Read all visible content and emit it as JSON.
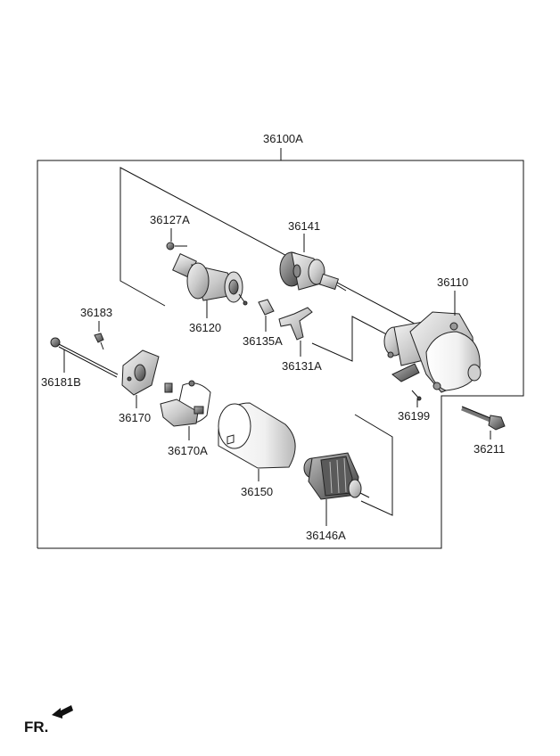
{
  "diagram": {
    "assembly_label": "36100A",
    "parts": {
      "p36127A": "36127A",
      "p36141": "36141",
      "p36110": "36110",
      "p36183": "36183",
      "p36120": "36120",
      "p36135A": "36135A",
      "p36131A": "36131A",
      "p36181B": "36181B",
      "p36170": "36170",
      "p36199": "36199",
      "p36211": "36211",
      "p36170A": "36170A",
      "p36150": "36150",
      "p36146A": "36146A"
    },
    "direction_label": "FR.",
    "direction_icon": "front-arrow-icon"
  }
}
